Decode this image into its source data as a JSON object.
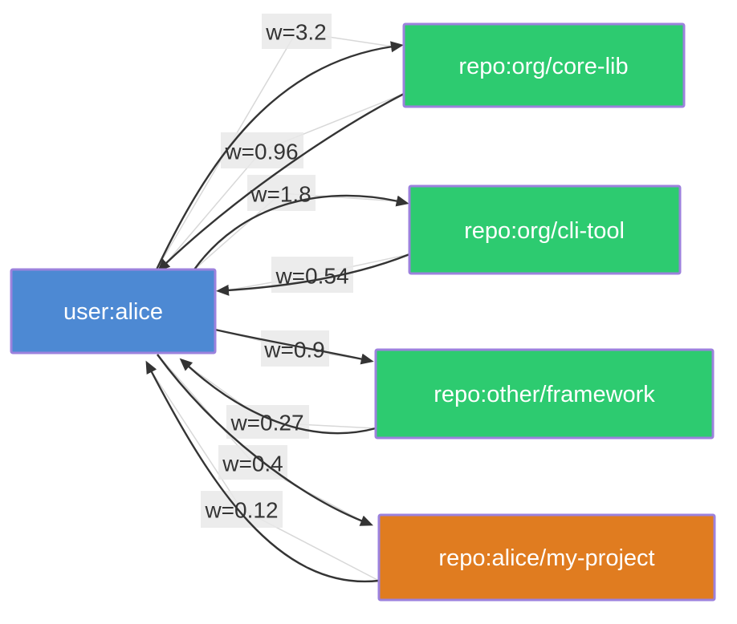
{
  "diagram": {
    "type": "graph",
    "background": "#ffffff",
    "colors": {
      "node_border": "#9c82dd",
      "node_text": "#ffffff",
      "user_fill": "#4d89d3",
      "repo_fill": "#2dcb70",
      "highlight_fill": "#e07c20",
      "edge": "#343434",
      "edge_faint": "#d8d8d8",
      "label_bg": "#e9e9e9",
      "label_text": "#343434"
    },
    "nodes": [
      {
        "id": "user:alice",
        "label": "user:alice",
        "fill": "#4d89d3",
        "border": "#9c82dd"
      },
      {
        "id": "repo:org/core-lib",
        "label": "repo:org/core-lib",
        "fill": "#2dcb70",
        "border": "#9c82dd"
      },
      {
        "id": "repo:org/cli-tool",
        "label": "repo:org/cli-tool",
        "fill": "#2dcb70",
        "border": "#9c82dd"
      },
      {
        "id": "repo:other/framework",
        "label": "repo:other/framework",
        "fill": "#2dcb70",
        "border": "#9c82dd"
      },
      {
        "id": "repo:alice/my-project",
        "label": "repo:alice/my-project",
        "fill": "#e07c20",
        "border": "#9c82dd"
      }
    ],
    "edges": [
      {
        "from": "user:alice",
        "to": "repo:org/core-lib",
        "label": "w=3.2"
      },
      {
        "from": "repo:org/core-lib",
        "to": "user:alice",
        "label": "w=0.96"
      },
      {
        "from": "user:alice",
        "to": "repo:org/cli-tool",
        "label": "w=1.8"
      },
      {
        "from": "repo:org/cli-tool",
        "to": "user:alice",
        "label": "w=0.54"
      },
      {
        "from": "user:alice",
        "to": "repo:other/framework",
        "label": "w=0.9"
      },
      {
        "from": "repo:other/framework",
        "to": "user:alice",
        "label": "w=0.27"
      },
      {
        "from": "user:alice",
        "to": "repo:alice/my-project",
        "label": "w=0.4"
      },
      {
        "from": "repo:alice/my-project",
        "to": "user:alice",
        "label": "w=0.12"
      }
    ]
  }
}
